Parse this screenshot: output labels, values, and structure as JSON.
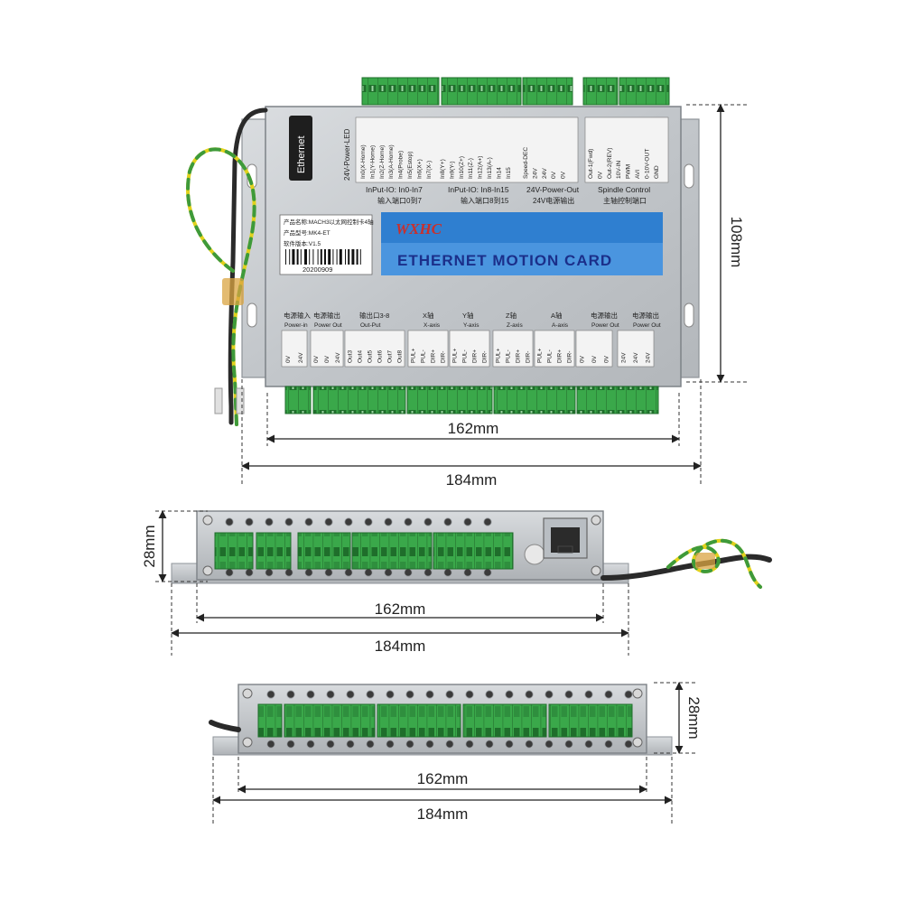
{
  "colors": {
    "board_metal": "#c9ccd0",
    "board_edge": "#8e9398",
    "terminal_green": "#3aa84a",
    "terminal_dark": "#1f6e2b",
    "label_blue": "#2f7fd0",
    "title_navy": "#1b2f8a",
    "cable_yellow": "#e2d21c",
    "cable_green": "#3e9a3a",
    "cable_black": "#2a2a2a"
  },
  "top_view": {
    "ethernet_label": "Ethernet",
    "power_led_label": "24V-Power-LED",
    "input_group1_pins": [
      "In0(X-Home)",
      "In1(Y-Home)",
      "In2(Z-Home)",
      "In3(A-Home)",
      "In4(Probe)",
      "In5(Estop)",
      "In6(X+)",
      "In7(X-)"
    ],
    "input_group1_label": "InPut-IO: In0-In7",
    "input_group1_label_cn": "输入端口0到7",
    "input_group2_pins": [
      "In8(Y+)",
      "In9(Y-)",
      "In10(Z+)",
      "In11(Z-)",
      "In12(A+)",
      "In13(A-)",
      "In14",
      "In15"
    ],
    "input_group2_label": "InPut-IO: In8-In15",
    "input_group2_label_cn": "输入端口8到15",
    "power_out_pins": [
      "Speed-DEC",
      "24V",
      "24V",
      "0V",
      "0V"
    ],
    "power_out_label": "24V-Power-Out",
    "power_out_label_cn": "24V电源输出",
    "spindle_pins": [
      "Out-1(Fwd)",
      "0V",
      "Out-2(REV)",
      "10V-IN",
      "PWM",
      "AVI",
      "0-10V-OUT",
      "GND"
    ],
    "spindle_label": "Spindle Control",
    "spindle_label_cn": "主轴控制端口",
    "info_lines": [
      "产品名称:MACH3以太网控制卡4轴",
      "产品型号:MK4-ET",
      "软件版本:V1.5"
    ],
    "serial": "20200909",
    "logo_text": "WXHC",
    "card_title": "ETHERNET MOTION CARD",
    "bottom_headers": [
      {
        "cn": "电源输入",
        "en": "Power-in"
      },
      {
        "cn": "电源输出",
        "en": "Power Out"
      },
      {
        "cn": "输出口3-8",
        "en": "Out-Put"
      },
      {
        "cn": "X轴",
        "en": "X-axis"
      },
      {
        "cn": "Y轴",
        "en": "Y-axis"
      },
      {
        "cn": "Z轴",
        "en": "Z-axis"
      },
      {
        "cn": "A轴",
        "en": "A-axis"
      },
      {
        "cn": "电源输出",
        "en": "Power Out"
      },
      {
        "cn": "电源输出",
        "en": "Power Out"
      }
    ],
    "power_in_pins": [
      "0V",
      "24V"
    ],
    "power_out_left_pins": [
      "0V",
      "0V",
      "24V"
    ],
    "output_pins": [
      "Out3",
      "Out4",
      "Out5",
      "Out6",
      "Out7",
      "Out8"
    ],
    "axis_pins": [
      "PUL+",
      "PUL-",
      "DIR+",
      "DIR-"
    ],
    "power_out_right_a_pins": [
      "0V",
      "0V",
      "0V"
    ],
    "power_out_right_b_pins": [
      "24V",
      "24V",
      "24V"
    ],
    "width_inner": "162mm",
    "width_outer": "184mm",
    "height": "108mm"
  },
  "side_view": {
    "height": "28mm",
    "width_inner": "162mm",
    "width_outer": "184mm"
  },
  "front_view": {
    "height": "28mm",
    "width_inner": "162mm",
    "width_outer": "184mm"
  }
}
